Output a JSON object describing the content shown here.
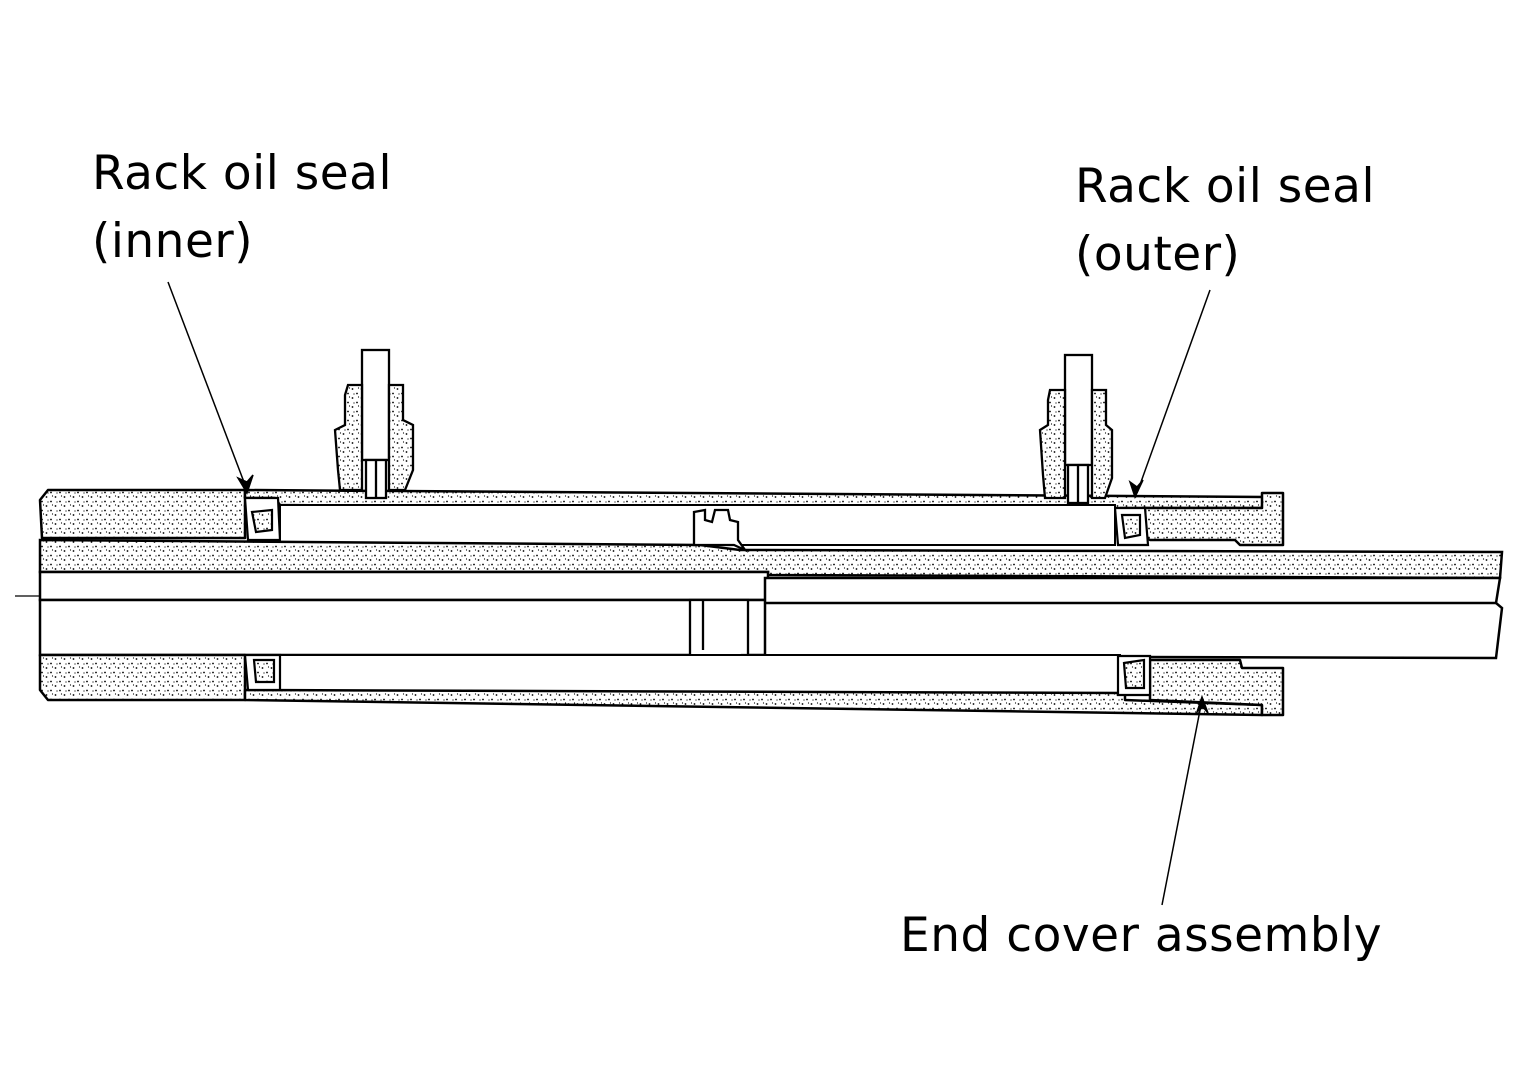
{
  "labels": {
    "rack_oil_seal_inner": {
      "line1": "Rack oil seal",
      "line2": "(inner)"
    },
    "rack_oil_seal_outer": {
      "line1": "Rack oil seal",
      "line2": "(outer)"
    },
    "end_cover_assembly": {
      "line1": "End cover assembly"
    }
  }
}
